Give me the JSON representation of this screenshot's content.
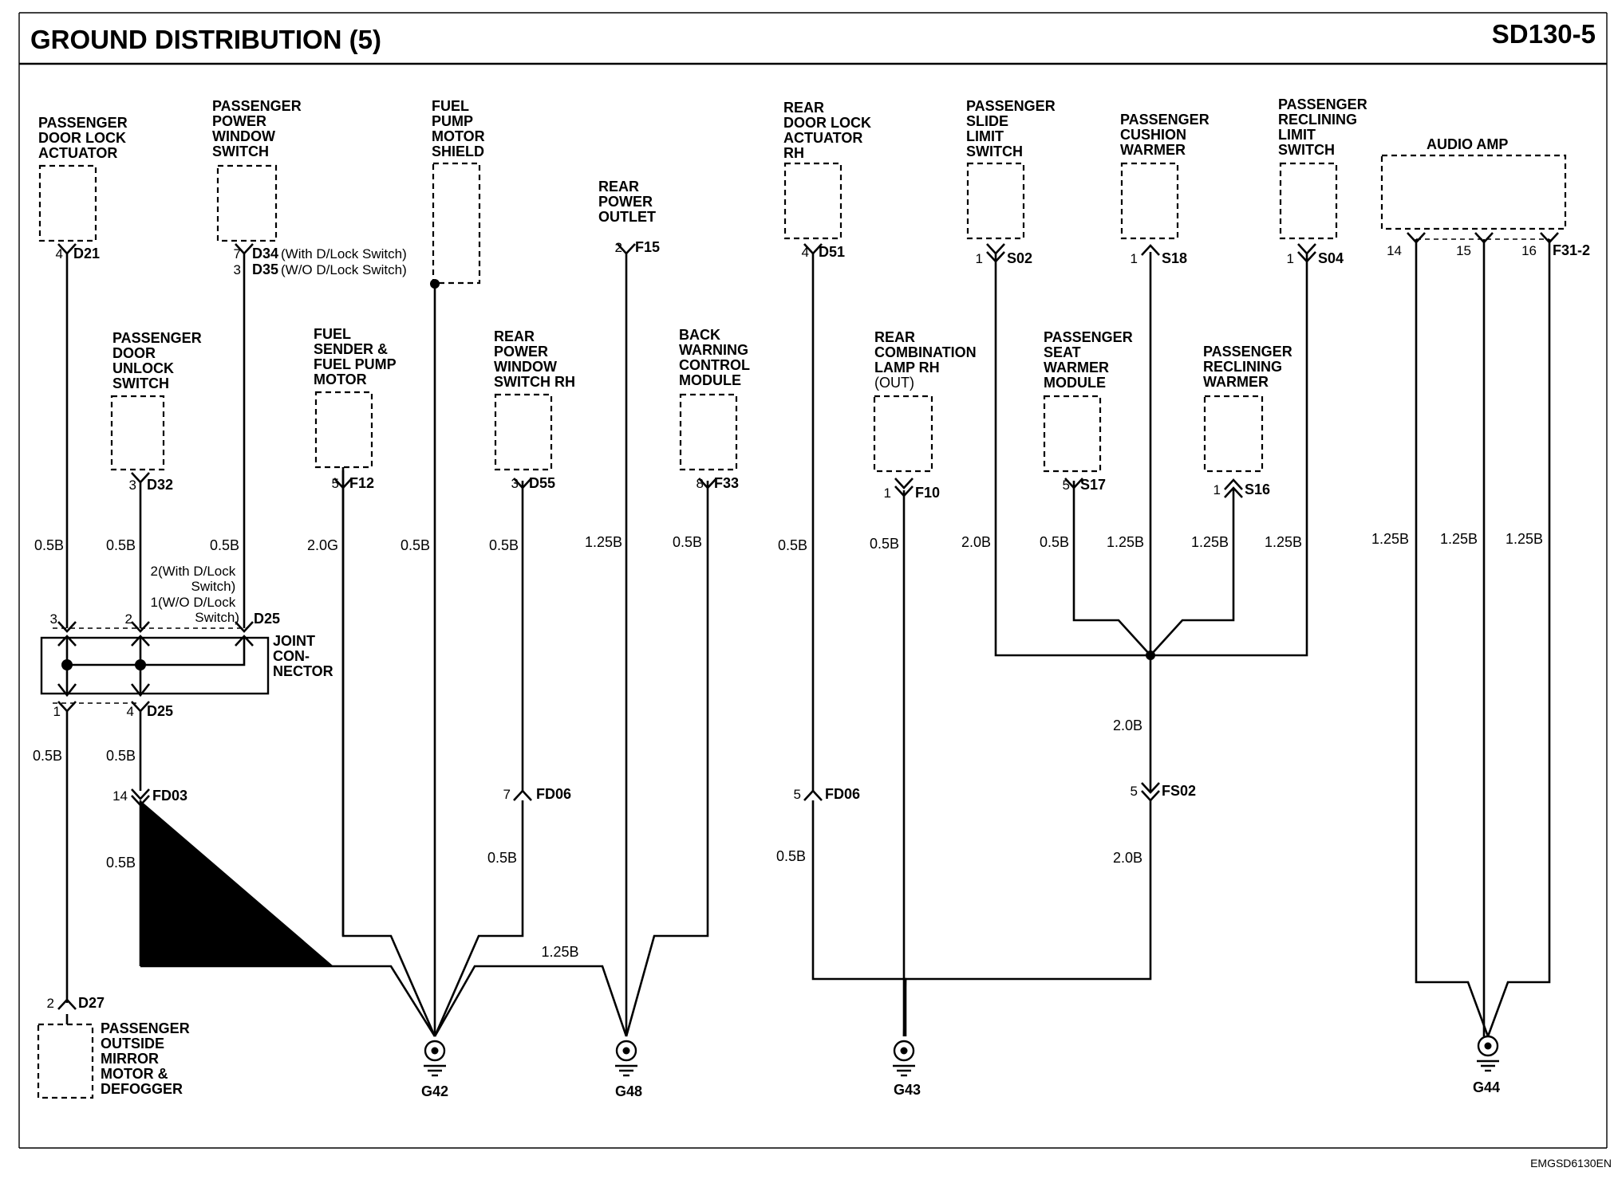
{
  "header": {
    "title": "GROUND DISTRIBUTION (5)",
    "page_code": "SD130-5"
  },
  "footer": {
    "doc_code": "EMGSD6130EN"
  },
  "components": {
    "door_lock_actuator": [
      "PASSENGER",
      "DOOR LOCK",
      "ACTUATOR"
    ],
    "power_window_switch": [
      "PASSENGER",
      "POWER",
      "WINDOW",
      "SWITCH"
    ],
    "fuel_pump_shield": [
      "FUEL",
      "PUMP",
      "MOTOR",
      "SHIELD"
    ],
    "rear_power_outlet": [
      "REAR",
      "POWER",
      "OUTLET"
    ],
    "rear_door_lock": [
      "REAR",
      "DOOR LOCK",
      "ACTUATOR",
      "RH"
    ],
    "slide_limit_switch": [
      "PASSENGER",
      "SLIDE",
      "LIMIT",
      "SWITCH"
    ],
    "cushion_warmer": [
      "PASSENGER",
      "CUSHION",
      "WARMER"
    ],
    "reclining_limit_switch": [
      "PASSENGER",
      "RECLINING",
      "LIMIT",
      "SWITCH"
    ],
    "audio_amp": [
      "AUDIO AMP"
    ],
    "door_unlock_switch": [
      "PASSENGER",
      "DOOR",
      "UNLOCK",
      "SWITCH"
    ],
    "fuel_sender": [
      "FUEL",
      "SENDER &",
      "FUEL PUMP",
      "MOTOR"
    ],
    "rear_window_switch": [
      "REAR",
      "POWER",
      "WINDOW",
      "SWITCH RH"
    ],
    "back_warning": [
      "BACK",
      "WARNING",
      "CONTROL",
      "MODULE"
    ],
    "rear_combination_lamp": [
      "REAR",
      "COMBINATION",
      "LAMP RH",
      "(OUT)"
    ],
    "seat_warmer_module": [
      "PASSENGER",
      "SEAT",
      "WARMER",
      "MODULE"
    ],
    "reclining_warmer": [
      "PASSENGER",
      "RECLINING",
      "WARMER"
    ],
    "joint_connector": [
      "JOINT",
      "CON-",
      "NECTOR"
    ],
    "outside_mirror": [
      "PASSENGER",
      "OUTSIDE",
      "MIRROR",
      "MOTOR &",
      "DEFOGGER"
    ]
  },
  "connectors": {
    "d21": {
      "pin": "4",
      "id": "D21"
    },
    "d34": {
      "pin": "7",
      "id": "D34",
      "note": "(With D/Lock Switch)"
    },
    "d35": {
      "pin": "3",
      "id": "D35",
      "note": "(W/O D/Lock Switch)"
    },
    "f15": {
      "pin": "2",
      "id": "F15"
    },
    "d51": {
      "pin": "4",
      "id": "D51"
    },
    "s02": {
      "pin": "1",
      "id": "S02"
    },
    "s18": {
      "pin": "1",
      "id": "S18"
    },
    "s04": {
      "pin": "1",
      "id": "S04"
    },
    "f31": {
      "pins": [
        "14",
        "15",
        "16"
      ],
      "id": "F31-2"
    },
    "d32": {
      "pin": "3",
      "id": "D32"
    },
    "f12": {
      "pin": "5",
      "id": "F12"
    },
    "d55": {
      "pin": "3",
      "id": "D55"
    },
    "f33": {
      "pin": "8",
      "id": "F33"
    },
    "f10": {
      "pin": "1",
      "id": "F10"
    },
    "s17": {
      "pin": "5",
      "id": "S17"
    },
    "s16": {
      "pin": "1",
      "id": "S16"
    },
    "d25_top": {
      "pins": [
        "3",
        "2"
      ],
      "id": "D25",
      "note": [
        "2(With D/Lock",
        "Switch)",
        "1(W/O D/Lock",
        "Switch)"
      ]
    },
    "d25_bottom": {
      "pins": [
        "1",
        "4"
      ],
      "id": "D25"
    },
    "fd03": {
      "pin": "14",
      "id": "FD03"
    },
    "fd06_left": {
      "pin": "7",
      "id": "FD06"
    },
    "fd06_right": {
      "pin": "5",
      "id": "FD06"
    },
    "fs02": {
      "pin": "5",
      "id": "FS02"
    },
    "d27": {
      "pin": "2",
      "id": "D27"
    }
  },
  "wires": {
    "w1": "0.5B",
    "w2": "0.5B",
    "w3": "0.5B",
    "w4": "2.0G",
    "w5": "0.5B",
    "w6": "0.5B",
    "w7": "1.25B",
    "w8": "0.5B",
    "w9": "0.5B",
    "w10": "0.5B",
    "w11": "2.0B",
    "w12": "0.5B",
    "w13": "1.25B",
    "w14": "1.25B",
    "w15": "1.25B",
    "w16": "1.25B",
    "w17": "1.25B",
    "w18": "1.25B",
    "w19": "0.5B",
    "w20": "0.5B",
    "w21": "2.0B",
    "w22": "0.5B",
    "w23": "0.5B",
    "w24": "0.5B",
    "w25": "2.0B",
    "w26": "1.25B"
  },
  "grounds": {
    "g42": "G42",
    "g48": "G48",
    "g43": "G43",
    "g44": "G44"
  }
}
